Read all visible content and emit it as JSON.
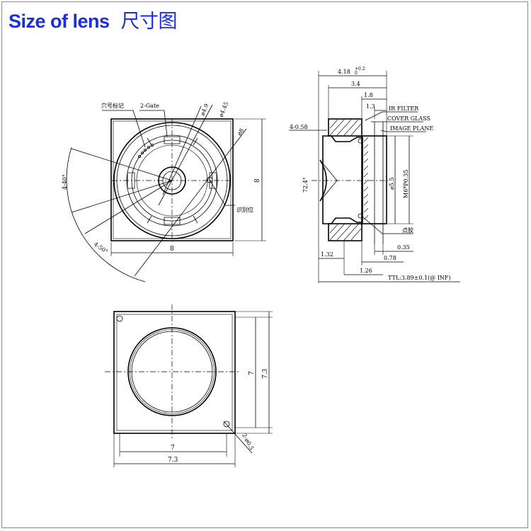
{
  "title": {
    "main": "Size of lens",
    "cn": "尺寸图"
  },
  "front": {
    "label_hole_mark": "穴号标记",
    "label_gate": "2-Gate",
    "dia_49": "⌀4.9",
    "dia_445": "⌀4.45",
    "dia_8": "⌀8",
    "angle_40": "4-40°",
    "angle_50": "4-50°",
    "label_ident": "识别位",
    "dim_width": "8",
    "dim_height": "8"
  },
  "side": {
    "dim_418": "4.18",
    "dim_418_tol": "+0.2",
    "dim_418_tol2": "0",
    "dim_34": "3.4",
    "dim_18": "1.8",
    "dim_13": "1.3",
    "ir_filter": "IR FILTER",
    "cover_glass": "COVER GLASS",
    "image_plane": "IMAGE PLANE",
    "dim_058": "4-0.58",
    "fov": "72.4°",
    "dia_55": "⌀5.5",
    "thread": "M6*P0.35",
    "dianjiao": "点胶",
    "dim_035": "0.35",
    "dim_132": "1.32",
    "dim_078": "0.78",
    "dim_126": "1.26",
    "ttl": "TTL:3.89±0.1(@ INF)"
  },
  "bottom": {
    "dim_7h": "7",
    "dim_73h": "7.3",
    "dim_7w": "7",
    "dim_73w": "7.3",
    "hole": "2-⌀0.5"
  }
}
